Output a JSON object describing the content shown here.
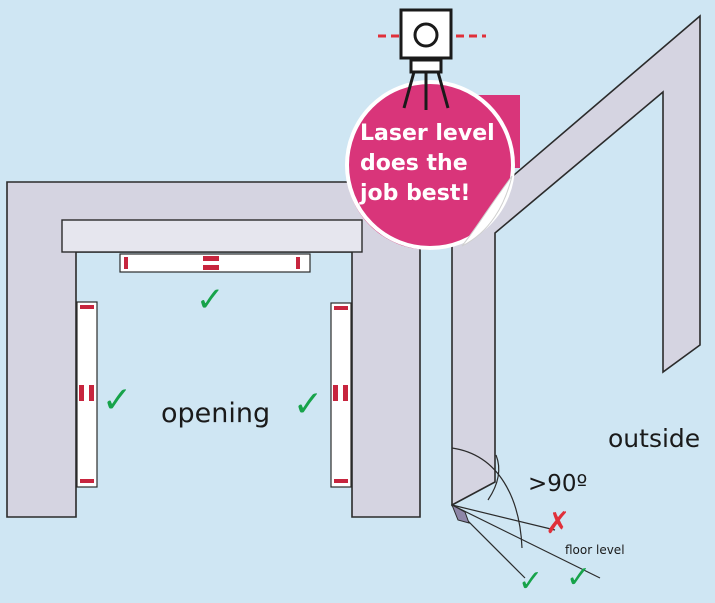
{
  "labels": {
    "opening": "opening",
    "outside": "outside",
    "angle": ">90º",
    "floor_level": "floor level"
  },
  "badge": {
    "lines": [
      "Laser level",
      "does the",
      "job best!"
    ]
  },
  "marks": {
    "check": "✓",
    "cross": "✗"
  },
  "colors": {
    "background": "#cfe6f3",
    "wall": "#d5d4e1",
    "outline": "#2b2b2b",
    "badge": "#d9357a",
    "check": "#17a34a",
    "cross": "#e0303a",
    "laser_line": "#e0303a"
  },
  "icons": [
    "laser-level-icon",
    "check-icon",
    "cross-icon"
  ]
}
